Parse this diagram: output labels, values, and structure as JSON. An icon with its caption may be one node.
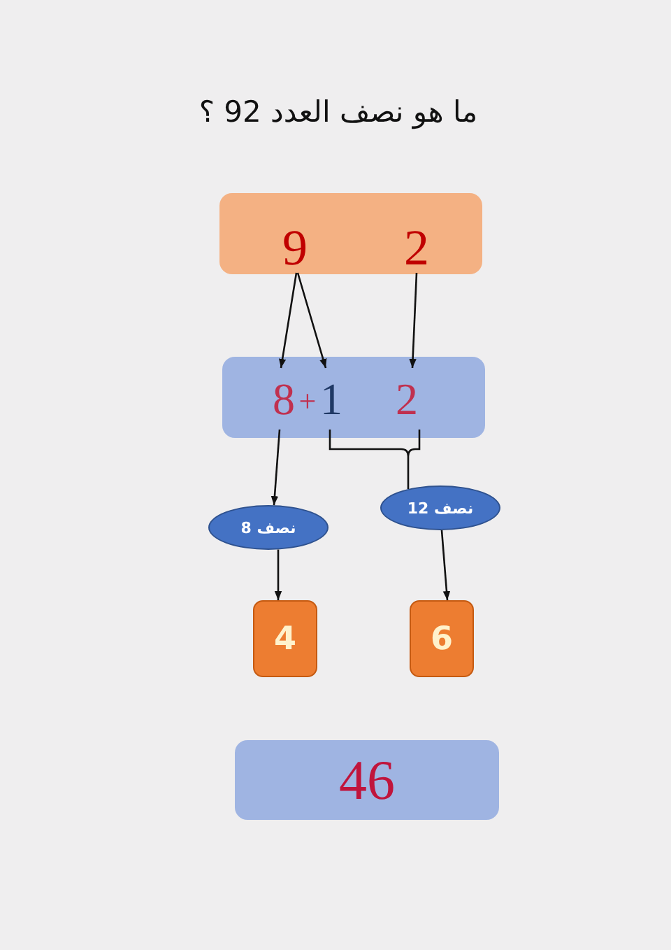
{
  "diagram": {
    "title": "ما هو نصف العدد 92 ؟",
    "nodes": [
      {
        "text": [],
        "shape": "box"
      },
      {
        "text": [
          "9"
        ],
        "in": 0
      },
      {
        "text": [
          "2"
        ],
        "in": 0
      },
      {
        "text": [],
        "shape": "box"
      },
      {
        "text": [
          "8"
        ],
        "in": 3
      },
      {
        "text": [
          "1"
        ],
        "in": 3
      },
      {
        "text": [
          "2"
        ],
        "in": 3
      },
      {
        "text": [
          "نصف 8"
        ]
      },
      {
        "text": [
          "نصف 12"
        ]
      },
      {
        "text": [
          "4"
        ]
      },
      {
        "text": [
          "6"
        ]
      },
      {
        "text": [
          "46"
        ]
      }
    ],
    "edges": [
      {
        "from": 1,
        "to": 4,
        "arrow": "to"
      },
      {
        "from": 1,
        "to": 5,
        "arrow": "to"
      },
      {
        "from": 2,
        "to": 6,
        "arrow": "to"
      },
      {
        "from": 4,
        "to": 7,
        "arrow": "to"
      },
      {
        "from": 5,
        "to": 8,
        "arrow": "none"
      },
      {
        "from": 6,
        "to": 8,
        "arrow": "none"
      },
      {
        "from": 7,
        "to": 9,
        "arrow": "to"
      },
      {
        "from": 8,
        "to": 10,
        "arrow": "to"
      }
    ],
    "labels": [
      "+"
    ]
  }
}
